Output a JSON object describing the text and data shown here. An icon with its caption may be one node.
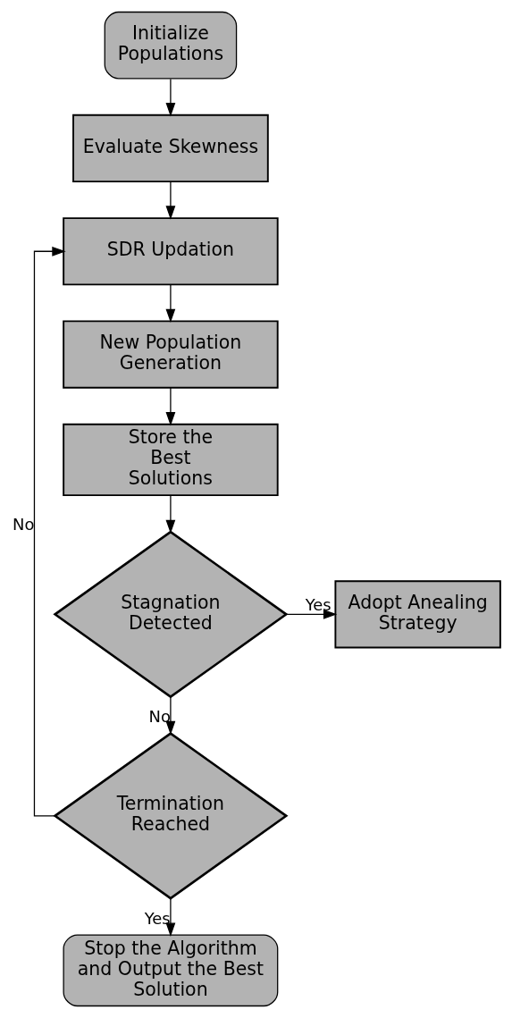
{
  "diagram": {
    "nodes": [
      {
        "text": [
          "Initialize Populations"
        ]
      },
      {
        "text": [
          "Evaluate Skewness"
        ]
      },
      {
        "text": [
          "SDR Updation"
        ]
      },
      {
        "text": [
          "New Population Generation"
        ]
      },
      {
        "text": [
          "Store the Best Solutions"
        ]
      },
      {
        "text": [
          "Stagnation Detected"
        ]
      },
      {
        "text": [
          "Adopt Anealing Strategy"
        ]
      },
      {
        "text": [
          "Termination Reached"
        ]
      },
      {
        "text": [
          "Stop the Algorithm and Output the Best Solution"
        ]
      }
    ],
    "edges": [
      {
        "from": 0,
        "to": 1,
        "arrow": "to"
      },
      {
        "from": 1,
        "to": 2,
        "arrow": "to"
      },
      {
        "from": 2,
        "to": 3,
        "arrow": "to"
      },
      {
        "from": 3,
        "to": 4,
        "arrow": "to"
      },
      {
        "from": 4,
        "to": 5,
        "arrow": "to"
      },
      {
        "from": 5,
        "to": 6,
        "arrow": "to",
        "label": "Yes"
      },
      {
        "from": 5,
        "to": 7,
        "arrow": "to",
        "label": "No"
      },
      {
        "from": 7,
        "to": 2,
        "arrow": "to",
        "label": "No"
      },
      {
        "from": 7,
        "to": 8,
        "arrow": "to",
        "label": "Yes"
      }
    ]
  }
}
